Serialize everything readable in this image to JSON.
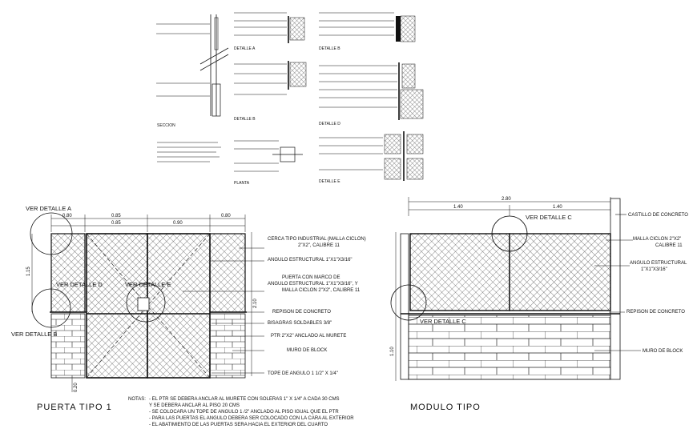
{
  "top_details": {
    "seccion": "SECCION",
    "detalle_a": "DETALLE A",
    "detalle_b_1": "DETALLE B",
    "detalle_b_2": "DETALLE B",
    "detalle_d": "DETALLE D",
    "planta": "PLANTA",
    "detalle_e": "DETALLE E"
  },
  "puerta": {
    "title": "PUERTA TIPO 1",
    "ver_a": "VER DETALLE A",
    "ver_b": "VER DETALLE B",
    "ver_d": "VER DETALLE D",
    "ver_e": "VER DETALLE E",
    "dims": {
      "d1": "0.80",
      "d2": "0.85",
      "d3": "0.85",
      "d4": "0.90",
      "d5": "0.80",
      "v1": "1.15",
      "v2": "2.10",
      "v3": "0.20"
    },
    "callouts": [
      "CERCA TIPO INDUSTRIAL (MALLA CICLON)",
      "2\"X2\", CALIBRE 11",
      "ANGULO ESTRUCTURAL 1\"X1\"X3/16\"",
      "PUERTA CON MARCO DE",
      "ANGULO ESTRUCTURAL 1\"X1\"X3/16\", Y",
      "MALLA CICLON 2\"X2\", CALIBRE 11",
      "REPISON DE CONCRETO",
      "BISAGRAS SOLDABLES 3/8\"",
      "PTR 2\"X2\" ANCLADO AL MURETE",
      "MURO DE BLOCK",
      "TOPE DE ANGULO 1 1/2\" X 1/4\""
    ]
  },
  "notas": {
    "label": "NOTAS:",
    "items": [
      "- EL PTR SE DEBERA ANCLAR AL MURETE CON SOLERAS 1\" X 1/4\" A CADA 30 CMS",
      "  Y SE DEBERA ANCLAR AL PISO 20 CMS",
      "- SE COLOCARA UN TOPE DE ANGULO 1 /2\" ANCLADO AL PISO IGUAL QUE EL PTR",
      "- PARA LAS PUERTAS EL ANGULO DEBERA SER COLOCADO CON LA CARA AL EXTERIOR",
      "- EL ABATIMIENTO DE LAS PUERTAS SERA HACIA EL EXTERIOR DEL CUARTO"
    ]
  },
  "modulo": {
    "title": "MODULO TIPO",
    "ver_c_1": "VER DETALLE C",
    "ver_c_2": "VER DETALLE C",
    "dims": {
      "total": "2.80",
      "left": "1.40",
      "right": "1.40",
      "v1": "1.10"
    },
    "callouts": [
      "CASTILLO DE CONCRETO",
      "MALLA CICLON 2\"X2\"",
      "CALIBRE 11",
      "ANGULO ESTRUCTURAL",
      "1\"X1\"X3/16\"",
      "REPISON DE CONCRETO",
      "MURO DE BLOCK"
    ]
  }
}
